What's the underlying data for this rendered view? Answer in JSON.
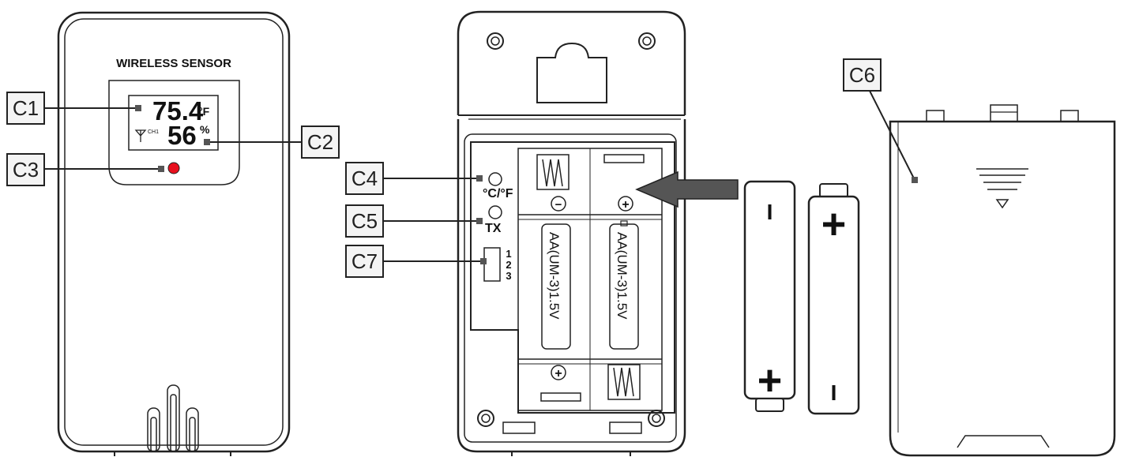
{
  "front": {
    "title": "WIRELESS SENSOR",
    "temperature": "75.4",
    "temp_unit": "°F",
    "channel": "CH1",
    "humidity": "56",
    "humidity_unit": "%"
  },
  "back": {
    "switch_cf": "°C/°F",
    "tx": "TX",
    "channel_positions": [
      "1",
      "2",
      "3"
    ],
    "minus_symbol": "−",
    "plus_symbol": "+",
    "battery_label": "AA(UM-3)1.5V"
  },
  "callouts": {
    "c1": "C1",
    "c2": "C2",
    "c3": "C3",
    "c4": "C4",
    "c5": "C5",
    "c6": "C6",
    "c7": "C7"
  },
  "batteries": {
    "plus": "+",
    "minus": "I"
  },
  "colors": {
    "outline": "#222222",
    "led": "#e8101e",
    "arrow": "#555555",
    "callout_fill": "#f4f4f4"
  }
}
